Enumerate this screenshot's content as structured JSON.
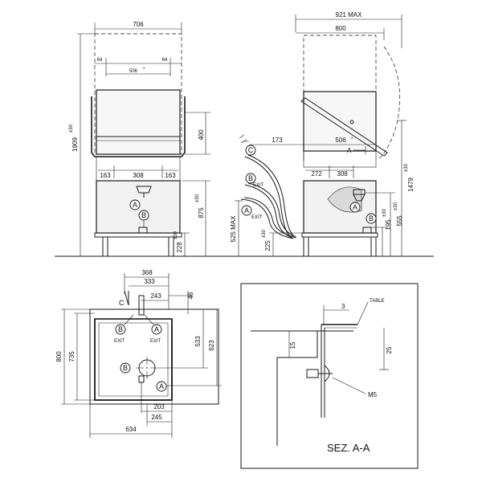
{
  "front_view": {
    "width": "706",
    "leg_left": "64",
    "leg_right": "64",
    "inner_width": "506",
    "asterisk": "*",
    "total_height": "1909",
    "total_height_tol": "±30",
    "hood_opening": "400",
    "rack_height": "875",
    "rack_height_tol": "±30",
    "foot_height": "228",
    "foot_height_tol": "±30",
    "seg_left": "163",
    "seg_mid": "308",
    "seg_right": "163",
    "marker_a": "A",
    "marker_b": "B"
  },
  "side_view": {
    "width_max": "921 MAX",
    "width": "800",
    "offset_173": "173",
    "inner_width": "506",
    "asterisk": "*",
    "section_arrow": "A",
    "seg_272": "272",
    "seg_308": "308",
    "open_height": "1479",
    "open_height_tol": "±30",
    "height_555": "555",
    "height_555_tol": "±30",
    "height_195": "195",
    "height_195_tol": "±30",
    "max_525": "525 MAX",
    "height_225": "225",
    "height_225_tol": "±30",
    "pipe_c": "C",
    "pipe_b": "B",
    "pipe_a": "A",
    "exit_b": "EXIT",
    "exit_a": "EXIT",
    "marker_a": "A",
    "marker_b": "B"
  },
  "plan_view": {
    "w368": "368",
    "w333": "333",
    "w243": "243",
    "d46": "46",
    "depth_800": "800",
    "depth_735": "735",
    "d623": "623",
    "d533": "533",
    "w634": "634",
    "w245": "245",
    "w203": "203",
    "pipe_c": "C",
    "b_exit_tag": "B",
    "b_exit": "EXIT",
    "a_exit_tag": "A",
    "a_exit": "EXIT",
    "b_tag": "B",
    "a_tag": "A"
  },
  "section": {
    "title": "SEZ. A-A",
    "table_label": "TABLE",
    "dim_3": "3",
    "dim_15": "15",
    "dim_25": "25",
    "screw": "M5"
  }
}
